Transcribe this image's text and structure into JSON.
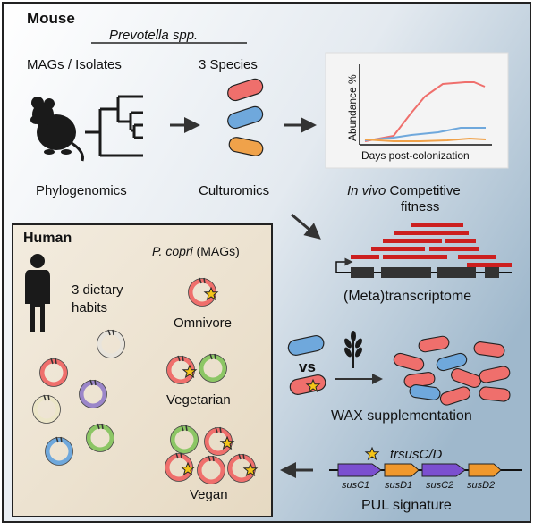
{
  "mouse": {
    "section_label": "Mouse",
    "genus_header": "Prevotella spp.",
    "mags_label": "MAGs / Isolates",
    "species_label": "3 Species",
    "phylogenomics_label": "Phylogenomics",
    "culturomics_label": "Culturomics",
    "fitness_label_italic": "In vivo",
    "fitness_label_rest": " Competitive",
    "fitness_label_line2": "fitness",
    "transcriptome_label": "(Meta)transcriptome",
    "wax_label": "WAX supplementation",
    "vs_label": "vs",
    "pul_label": "PUL signature",
    "trsus_label": "trsusC/D",
    "genes": [
      "susC1",
      "susD1",
      "susC2",
      "susD2"
    ]
  },
  "fitness_chart": {
    "ylabel": "Abundance %",
    "xlabel": "Days post-colonization"
  },
  "human": {
    "section_label": "Human",
    "diet_label_line1": "3 dietary",
    "diet_label_line2": "habits",
    "pcopri_italic": "P. copri",
    "pcopri_rest": " (MAGs)",
    "diets": [
      "Omnivore",
      "Vegetarian",
      "Vegan"
    ]
  },
  "colors": {
    "red": "#ef6f6c",
    "blue": "#6fa8dc",
    "orange": "#f0a24a",
    "green": "#8cc665",
    "purple": "#9b86c9",
    "gene_purple": "#7b4fd0",
    "gene_orange": "#f0982c",
    "dark_red": "#cc1f1f",
    "star": "#f5c518"
  }
}
